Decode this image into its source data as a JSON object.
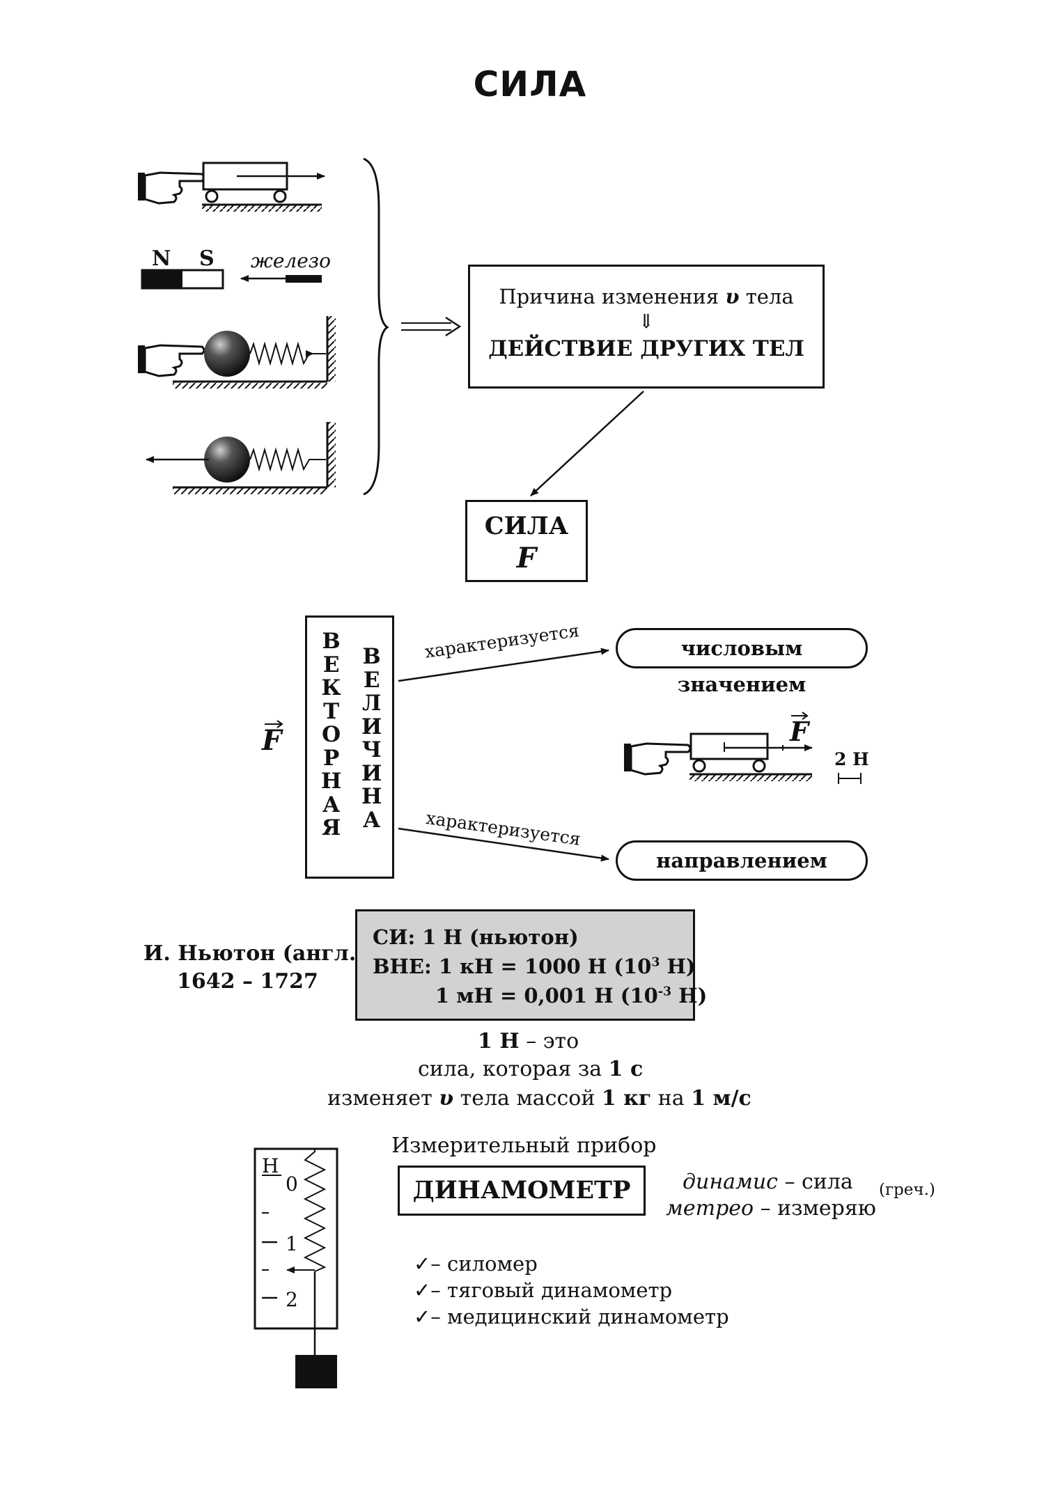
{
  "title": "СИЛА",
  "examples": {
    "magnet_n": "N",
    "magnet_s": "S",
    "iron_label": "железо"
  },
  "cause": {
    "line1_pre": "Причина изменения",
    "line1_var": "υ",
    "line1_post": "тела",
    "arrow": "⇓",
    "line2": "ДЕЙСТВИЕ ДРУГИХ ТЕЛ"
  },
  "force": {
    "title": "СИЛА",
    "symbol": "F"
  },
  "vector": {
    "symbol": "F",
    "word1": [
      "В",
      "Е",
      "К",
      "Т",
      "О",
      "Р",
      "Н",
      "А",
      "Я"
    ],
    "word2": [
      "В",
      "Е",
      "Л",
      "И",
      "Ч",
      "И",
      "Н",
      "А"
    ],
    "characterized_1": "характеризуется",
    "characterized_2": "характеризуется",
    "numeric_value": "числовым значением",
    "direction": "направлением",
    "scale_label": "2 Н"
  },
  "units": {
    "newton_name": "И. Ньютон (англ.)",
    "newton_years": "1642 – 1727",
    "si_line": "СИ: 1 Н (ньютон)",
    "vne_line_pre": "ВНЕ: 1 кН = 1000 Н (10",
    "vne_line_exp": "3",
    "vne_line_post": " Н)",
    "mn_line_pre": "1 мН = 0,001 Н (10",
    "mn_line_exp": "-3",
    "mn_line_post": " Н)"
  },
  "definition": {
    "line1_bold": "1 Н",
    "line1_rest": " – это",
    "line2_pre": "сила, которая за ",
    "line2_bold": "1 с",
    "line3_pre": "изменяет ",
    "line3_var": "υ",
    "line3_mid": " тела массой ",
    "line3_bold1": "1 кг",
    "line3_mid2": " на ",
    "line3_bold2": "1 м/с"
  },
  "instrument": {
    "caption": "Измерительный прибор",
    "name": "ДИНАМОМЕТР",
    "etym1_word": "динамис",
    "etym1_mean": " – сила",
    "etym2_word": "метрео",
    "etym2_mean": " – измеряю",
    "lang": "(греч.)",
    "scale_unit": "Н",
    "scale_ticks": [
      "0",
      "1",
      "2"
    ],
    "types": [
      "силомер",
      "тяговый динамометр",
      "медицинский динамометр"
    ],
    "check_mark": "✓–"
  }
}
